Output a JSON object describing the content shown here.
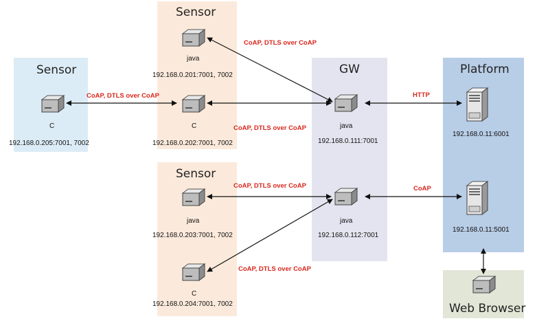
{
  "zones": {
    "sensor_left": {
      "title": "Sensor",
      "color": "#dcecf6"
    },
    "sensor_top": {
      "title": "Sensor",
      "color": "#fbeadb"
    },
    "sensor_bottom": {
      "title": "Sensor",
      "color": "#fbeadb"
    },
    "gw": {
      "title": "GW",
      "color": "#e3e4ef"
    },
    "platform": {
      "title": "Platform",
      "color": "#b8cde6"
    },
    "browser": {
      "title": "Web Browser",
      "color": "#e2e6d6"
    }
  },
  "nodes": {
    "c_left": {
      "label": "C",
      "ip": "192.168.0.205:7001,  7002"
    },
    "java_top": {
      "label": "java",
      "ip": "192.168.0.201:7001,  7002"
    },
    "c_top": {
      "label": "C",
      "ip": "192.168.0.202:7001,  7002"
    },
    "java_bottom": {
      "label": "java",
      "ip": "192.168.0.203:7001,  7002"
    },
    "c_bottom": {
      "label": "C",
      "ip": "192.168.0.204:7001,  7002"
    },
    "gw1": {
      "label": "java",
      "ip": "192.168.0.111:7001"
    },
    "gw2": {
      "label": "java",
      "ip": "192.168.0.112:7001"
    },
    "server1": {
      "ip": "192.168.0.11:6001"
    },
    "server2": {
      "ip": "192.168.0.11:5001"
    }
  },
  "links": {
    "left_to_c_top": "CoAP, DTLS over CoAP",
    "java_top_to_gw1": "CoAP, DTLS over CoAP",
    "c_top_to_gw1": "CoAP, DTLS over CoAP",
    "java_bottom_to_gw2": "CoAP, DTLS over CoAP",
    "c_bottom_to_gw2": "CoAP, DTLS over CoAP",
    "gw1_to_server1": "HTTP",
    "gw2_to_server2": "CoAP"
  },
  "colors": {
    "protocol_text": "#d9261c",
    "arrow": "#111111"
  }
}
